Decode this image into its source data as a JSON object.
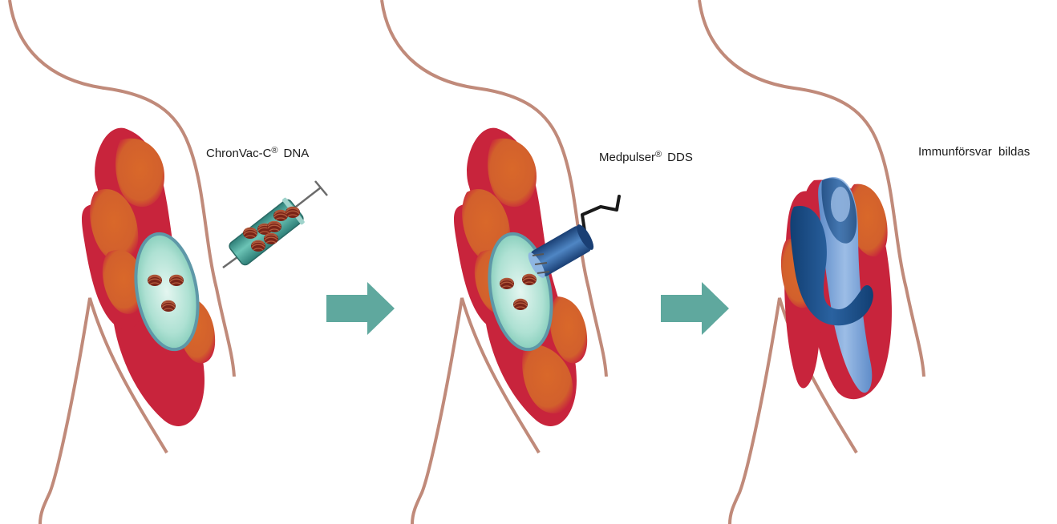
{
  "panels": [
    {
      "label_main": "ChronVac-C",
      "label_sup": "®",
      "label_suffix": "DNA"
    },
    {
      "label_main": "Medpulser",
      "label_sup": "®",
      "label_suffix": "DDS"
    },
    {
      "label_main": "Immunförsvar  bildas",
      "label_sup": "",
      "label_suffix": ""
    }
  ],
  "colors": {
    "body_outline": "#c08a7a",
    "muscle_red": "#c8243c",
    "muscle_orange": "#d9682a",
    "cell_fill": "#a9e0d2",
    "cell_border": "#5e98a8",
    "dna_coil": "#7a2418",
    "arrow": "#5fa89e",
    "syringe_body": "#3e9e95",
    "device_blue": "#2a5f9a",
    "immune_dark": "#1d4f86",
    "immune_light": "#7ea6d8"
  },
  "icons": [
    "syringe-icon",
    "electroporation-device-icon",
    "dna-plasmid-icon",
    "arrow-right-icon"
  ]
}
